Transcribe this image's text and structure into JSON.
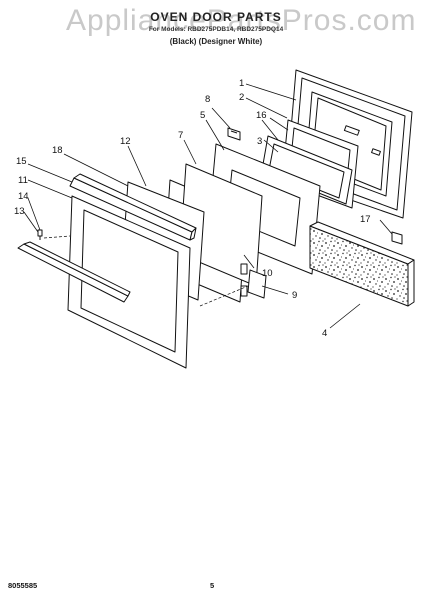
{
  "watermark": "AppliancePartsPros.com",
  "header": {
    "title": "OVEN DOOR PARTS",
    "models": "For Models: RBD275PDB14, RBD275PDQ14",
    "variants": "(Black)    (Designer White)"
  },
  "callouts": [
    "1",
    "2",
    "3",
    "4",
    "5",
    "7",
    "8",
    "9",
    "10",
    "11",
    "12",
    "13",
    "14",
    "15",
    "16",
    "17",
    "18"
  ],
  "footer": {
    "left": "8055585",
    "page": "5"
  }
}
